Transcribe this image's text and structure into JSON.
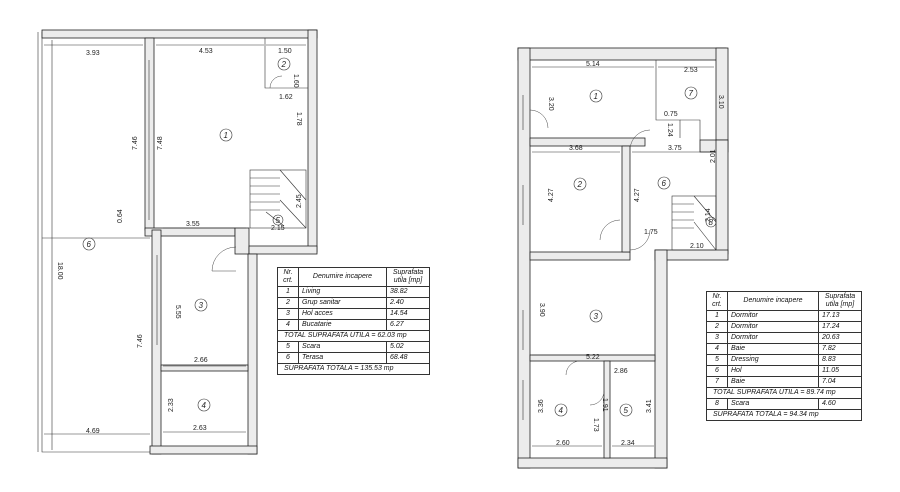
{
  "left_plan": {
    "dims": [
      "3.93",
      "4.53",
      "1.50",
      "1.60",
      "1.62",
      "1.78",
      "7.46",
      "7.48",
      "0.64",
      "18.00",
      "3.55",
      "2.45",
      "2.15",
      "5.55",
      "2.66",
      "7.46",
      "2.33",
      "2.63",
      "4.69"
    ],
    "rooms": [
      "1",
      "2",
      "3",
      "4",
      "5",
      "6"
    ]
  },
  "right_plan": {
    "dims": [
      "5.14",
      "2.53",
      "3.20",
      "3.10",
      "0.75",
      "1.24",
      "3.68",
      "3.75",
      "2.01",
      "4.27",
      "4.27",
      "1.75",
      "2.10",
      "2.14",
      "3.90",
      "5.22",
      "2.86",
      "3.36",
      "1.73",
      "1.91",
      "3.41",
      "2.60",
      "2.34"
    ],
    "rooms": [
      "1",
      "2",
      "3",
      "4",
      "5",
      "6",
      "7",
      "8"
    ]
  },
  "left_table": {
    "headers": [
      "Nr. crt.",
      "Denumire incapere",
      "Suprafata utila [mp]"
    ],
    "rows": [
      [
        "1",
        "Living",
        "38.82"
      ],
      [
        "2",
        "Grup sanitar",
        "2.40"
      ],
      [
        "3",
        "Hol acces",
        "14.54"
      ],
      [
        "4",
        "Bucatarie",
        "6.27"
      ]
    ],
    "total_utila": "TOTAL SUPRAFATA UTILA = 62.03 mp",
    "extra_rows": [
      [
        "5",
        "Scara",
        "5.02"
      ],
      [
        "6",
        "Terasa",
        "68.48"
      ]
    ],
    "total": "SUPRAFATA TOTALA = 135.53 mp"
  },
  "right_table": {
    "headers": [
      "Nr. crt.",
      "Denumire incapere",
      "Suprafata utila [mp]"
    ],
    "rows": [
      [
        "1",
        "Dormitor",
        "17.13"
      ],
      [
        "2",
        "Dormitor",
        "17.24"
      ],
      [
        "3",
        "Dormitor",
        "20.63"
      ],
      [
        "4",
        "Baie",
        "7.82"
      ],
      [
        "5",
        "Dressing",
        "8.83"
      ],
      [
        "6",
        "Hol",
        "11.05"
      ],
      [
        "7",
        "Baie",
        "7.04"
      ]
    ],
    "total_utila": "TOTAL SUPRAFATA UTILA = 89.74 mp",
    "extra_rows": [
      [
        "8",
        "Scara",
        "4.60"
      ]
    ],
    "total": "SUPRAFATA TOTALA = 94.34 mp"
  }
}
